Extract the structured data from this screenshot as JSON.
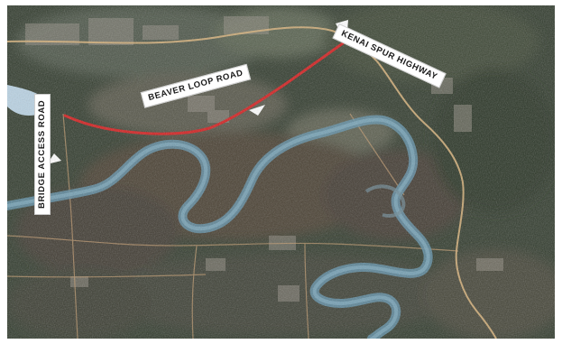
{
  "map": {
    "labels": {
      "kenai": "KENAI SPUR HIGHWAY",
      "beaver": "BEAVER LOOP ROAD",
      "bridge": "BRIDGE ACCESS ROAD"
    },
    "colors": {
      "highlight_road": "#d21e1e",
      "river": "#5f8fa7",
      "highway": "#d6b079",
      "terrain_dark": "#2f3a2c",
      "wetland": "#4a4336",
      "label_bg": "#ffffff"
    }
  }
}
